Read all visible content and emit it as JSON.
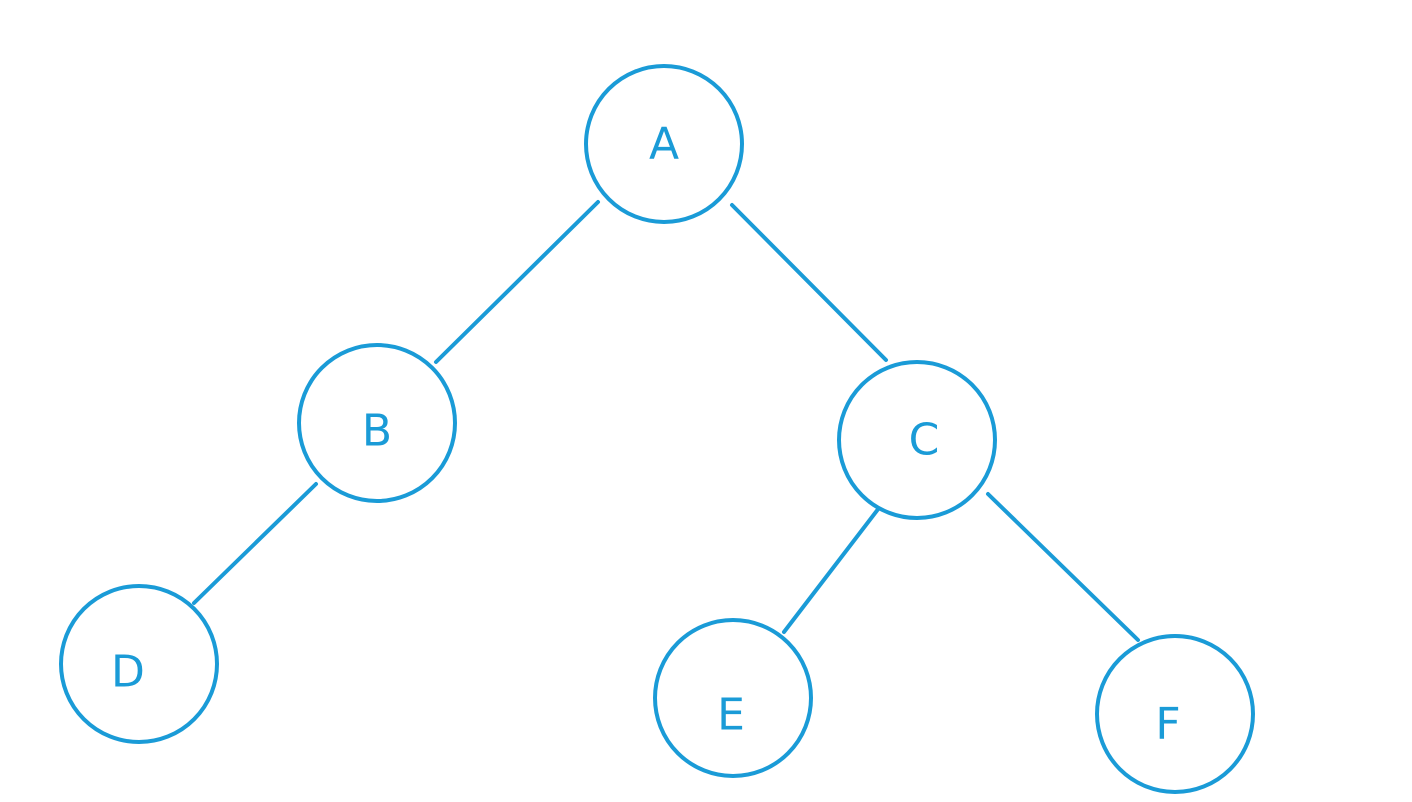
{
  "diagram": {
    "type": "binary-tree",
    "stroke_color": "#1a9bd7",
    "text_color": "#1a9bd7",
    "background": "#ffffff",
    "nodes": [
      {
        "id": "A",
        "label": "A"
      },
      {
        "id": "B",
        "label": "B"
      },
      {
        "id": "C",
        "label": "C"
      },
      {
        "id": "D",
        "label": "D"
      },
      {
        "id": "E",
        "label": "E"
      },
      {
        "id": "F",
        "label": "F"
      }
    ],
    "edges": [
      {
        "from": "A",
        "to": "B"
      },
      {
        "from": "A",
        "to": "C"
      },
      {
        "from": "B",
        "to": "D"
      },
      {
        "from": "C",
        "to": "E"
      },
      {
        "from": "C",
        "to": "F"
      }
    ]
  }
}
